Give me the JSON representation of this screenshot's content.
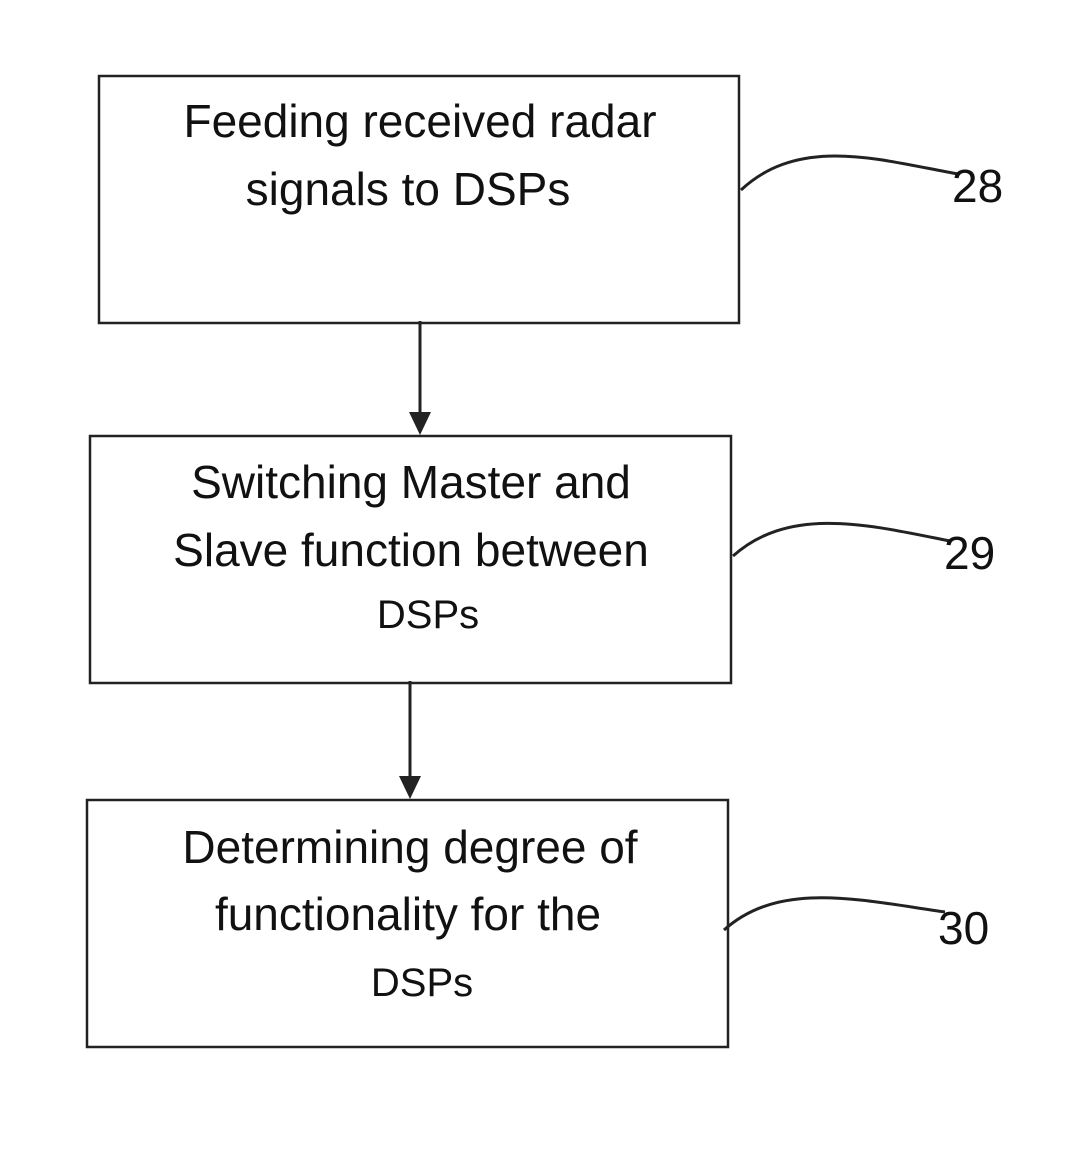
{
  "steps": [
    {
      "id": "feed",
      "lines": [
        "Feeding received radar",
        "signals to DSPs"
      ],
      "ref": "28"
    },
    {
      "id": "switch",
      "lines": [
        "Switching Master and",
        "Slave function between",
        "DSPs"
      ],
      "ref": "29"
    },
    {
      "id": "determine",
      "lines": [
        "Determining degree of",
        "functionality for the",
        "DSPs"
      ],
      "ref": "30"
    }
  ],
  "colors": {
    "line": "#222222",
    "text": "#111111",
    "background": "#ffffff"
  }
}
